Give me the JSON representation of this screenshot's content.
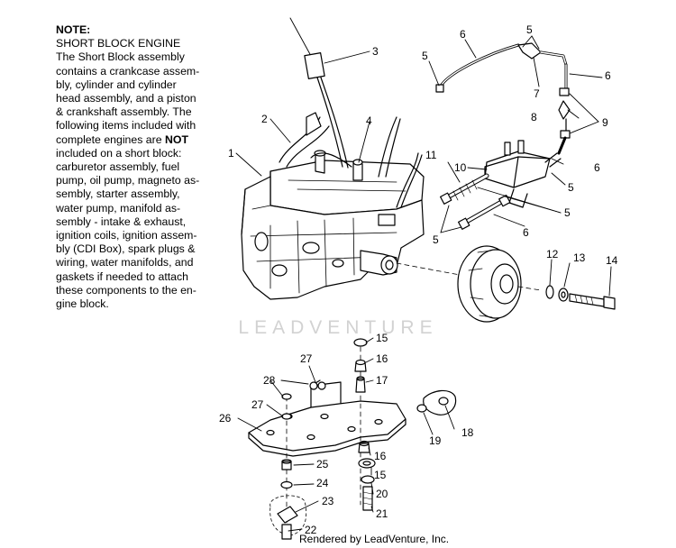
{
  "note": {
    "title": "NOTE:",
    "subtitle": "SHORT BLOCK ENGINE",
    "lines": [
      "The Short Block assembly",
      "contains a crankcase assem-",
      "bly, cylinder and cylinder",
      "head assembly, and a piston",
      "& crankshaft assembly.  The",
      "following items included with",
      "complete engines are ",
      "included on a short block:",
      "carburetor assembly, fuel",
      "pump, oil pump, magneto as-",
      "sembly, starter assembly,",
      "water pump, manifold as-",
      "sembly - intake & exhaust,",
      "ignition coils, ignition assem-",
      "bly (CDI Box), spark plugs &",
      "wiring, water manifolds, and",
      "gaskets if needed to attach",
      "these components to the en-",
      "gine block."
    ],
    "bold_word": "NOT"
  },
  "watermark": "LEADVENTURE",
  "credit": "Rendered by LeadVenture, Inc.",
  "callouts": [
    "1",
    "2",
    "3",
    "4",
    "5",
    "6",
    "7",
    "8",
    "9",
    "10",
    "11",
    "12",
    "13",
    "14",
    "15",
    "16",
    "17",
    "18",
    "19",
    "20",
    "21",
    "22",
    "23",
    "24",
    "25",
    "26",
    "27",
    "28"
  ]
}
